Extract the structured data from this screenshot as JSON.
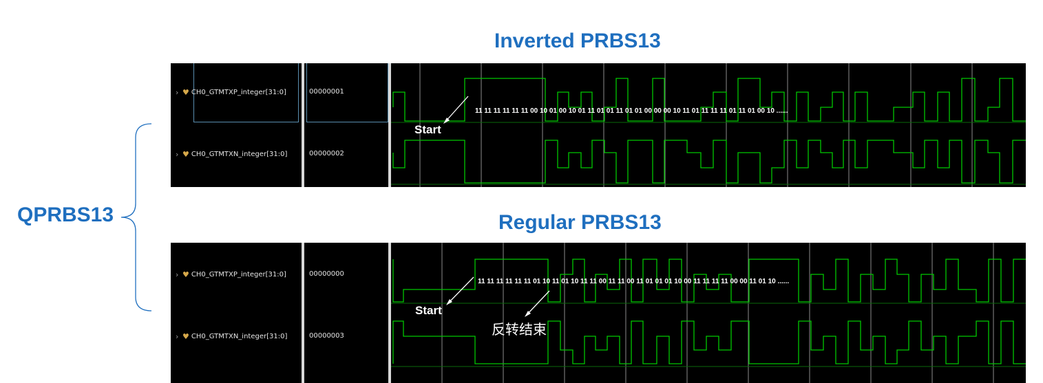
{
  "titles": {
    "inverted": "Inverted PRBS13",
    "regular": "Regular PRBS13",
    "group": "QPRBS13"
  },
  "colors": {
    "title": "#1f6fbf",
    "waveform": "#00c800",
    "background": "#000000",
    "cursor": "#9a9a9a"
  },
  "icons": {
    "expand": "chevron-right-icon",
    "bus": "bus-signal-icon"
  },
  "panels": {
    "inverted": {
      "signals": [
        {
          "name": "CH0_GTMTXP_integer[31:0]",
          "value": "00000001"
        },
        {
          "name": "CH0_GTMTXN_integer[31:0]",
          "value": "00000002"
        }
      ],
      "bits_annotation": "11 11 11 11 11 11 00 10 01 00 10 01 11 01 01 11 01 01 00 00 00 10 11 01 11 11 11 01 11 01 00 10 ......",
      "start_label": "Start"
    },
    "regular": {
      "signals": [
        {
          "name": "CH0_GTMTXP_integer[31:0]",
          "value": "00000000"
        },
        {
          "name": "CH0_GTMTXN_integer[31:0]",
          "value": "00000003"
        }
      ],
      "bits_annotation": "11 11 11 11 11 11 01 10 11 01 10 11 11 00 11 11 00 11 01 01 01 10 00 11 11 11 11 00 00 11 01 10 ......",
      "start_label": "Start",
      "invert_end_label": "反转结束"
    }
  }
}
